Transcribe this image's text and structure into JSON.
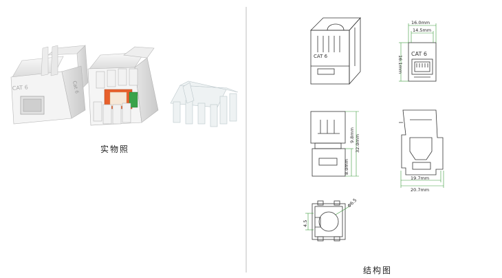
{
  "photo_caption": "实物照",
  "drawing_caption": "结构图",
  "labels": {
    "cat_jack": "CAT 6",
    "cat_front": "CAT 6",
    "cat_side": "Cat 6"
  },
  "dimensions": {
    "width_outer": "16.0mm",
    "width_inner": "14.5mm",
    "height_front": "16.1mm",
    "height_9_8": "9.8mm",
    "height_32": "32.0mm",
    "height_8": "8.0mm",
    "depth_19_7": "19.7mm",
    "depth_20_7": "20.7mm",
    "hole_dia": "Φ6.5",
    "offset": "4.5"
  },
  "colors": {
    "plastic": "#f2f2f2",
    "dimension_green": "#3a9a3a",
    "contact_orange": "#e8602c"
  }
}
